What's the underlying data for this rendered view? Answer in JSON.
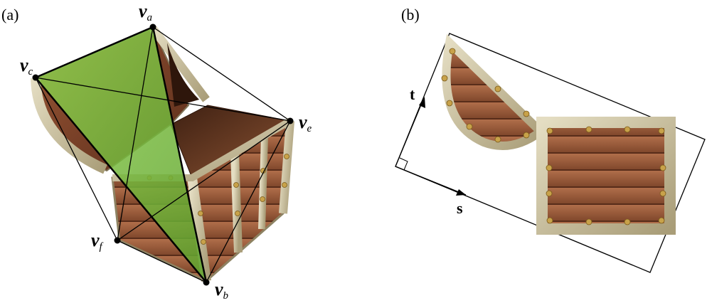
{
  "panels": {
    "a": {
      "label": "(a)"
    },
    "b": {
      "label": "(b)"
    }
  },
  "vertices": {
    "a": {
      "symbol": "v",
      "subscript": "a"
    },
    "b": {
      "symbol": "v",
      "subscript": "b"
    },
    "c": {
      "symbol": "v",
      "subscript": "c"
    },
    "e": {
      "symbol": "v",
      "subscript": "e"
    },
    "f": {
      "symbol": "v",
      "subscript": "f"
    }
  },
  "axes": {
    "s": "s",
    "t": "t"
  },
  "colors": {
    "highlight_triangle": "#7dc142",
    "wood_dark": "#6b3a22",
    "wood_light": "#a86a45",
    "metal_trim": "#cfc6a6",
    "rivet": "#c8a24a",
    "line": "#000000"
  }
}
